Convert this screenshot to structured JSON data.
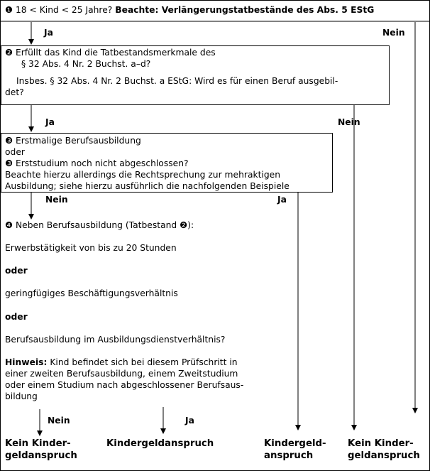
{
  "step1": {
    "marker": "❶",
    "text": "18 < Kind < 25 Jahre?",
    "note": "Beachte: Verlängerungstatbestände des Abs. 5 EStG"
  },
  "step2": {
    "marker": "❷",
    "line1": "Erfüllt das Kind die Tatbestandsmerkmale des",
    "line2": "§ 32 Abs. 4 Nr. 2 Buchst. a–d?",
    "line3": "Insbes. § 32 Abs. 4 Nr. 2 Buchst. a EStG: Wird es für einen Beruf ausgebil-",
    "line4": "det?"
  },
  "step3": {
    "marker": "❸",
    "line1": "Erstmalige Berufsausbildung",
    "or": "oder",
    "line2": "Erststudium noch nicht abgeschlossen?",
    "line3": "Beachte hierzu allerdings die Rechtsprechung zur mehraktigen",
    "line4": "Ausbildung; siehe hierzu ausführlich die nachfolgenden Beispiele"
  },
  "step4": {
    "marker": "❹",
    "title": "Neben Berufsausbildung (Tatbestand ❷):",
    "opt1": "Erwerbstätigkeit von bis zu 20 Stunden",
    "or1": "oder",
    "opt2": "geringfügiges Beschäftigungsverhältnis",
    "or2": "oder",
    "opt3": "Berufsausbildung im Ausbildungsdienstverhältnis?",
    "hint_label": "Hinweis:",
    "hint1": "Kind befindet sich bei diesem Prüfschritt in",
    "hint2": "einer zweiten Berufsausbildung, einem Zweitstudium",
    "hint3": "oder einem Studium nach abgeschlossener Berufsaus-",
    "hint4": "bildung"
  },
  "labels": {
    "ja": "Ja",
    "nein": "Nein"
  },
  "outcomes": {
    "o1_line1": "Kein Kinder-",
    "o1_line2": "geldanspruch",
    "o2": "Kindergeldanspruch",
    "o3_line1": "Kindergeld-",
    "o3_line2": "anspruch",
    "o4_line1": "Kein Kinder-",
    "o4_line2": "geldanspruch"
  }
}
